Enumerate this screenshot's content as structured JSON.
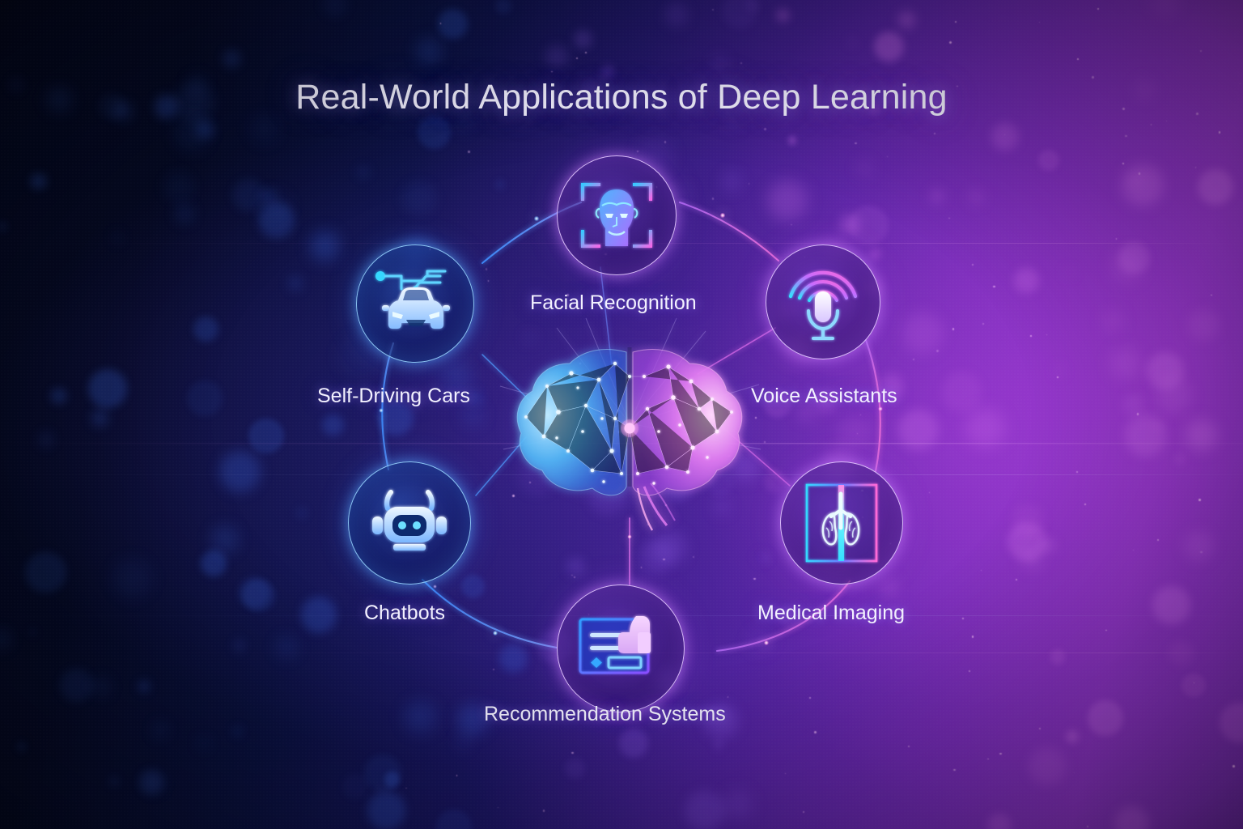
{
  "page": {
    "title": "Real-World Applications of Deep Learning",
    "center_graphic": "neural-network-brain"
  },
  "theme": {
    "background_start": "#04081f",
    "background_mid": "#1a1663",
    "background_end": "#8a35c2",
    "accent_blue": "#5ab4ff",
    "accent_cyan": "#35e6ff",
    "accent_magenta": "#e56ef0",
    "accent_violet": "#b06bff",
    "text_color": "#f3f1ff"
  },
  "diagram": {
    "center": {
      "label": "",
      "icon": "brain-neural-network-icon"
    },
    "nodes": [
      {
        "id": "facial-recognition",
        "label": "Facial Recognition",
        "icon": "face-scan-icon",
        "accent": "violet",
        "position": "top"
      },
      {
        "id": "voice-assistants",
        "label": "Voice Assistants",
        "icon": "microphone-icon",
        "accent": "violet",
        "position": "top-right"
      },
      {
        "id": "medical-imaging",
        "label": "Medical Imaging",
        "icon": "lungs-xray-icon",
        "accent": "violet",
        "position": "bottom-right"
      },
      {
        "id": "recommendation-systems",
        "label": "Recommendation Systems",
        "icon": "thumbs-up-card-icon",
        "accent": "violet",
        "position": "bottom"
      },
      {
        "id": "chatbots",
        "label": "Chatbots",
        "icon": "robot-head-icon",
        "accent": "blue",
        "position": "bottom-left"
      },
      {
        "id": "self-driving-cars",
        "label": "Self-Driving Cars",
        "icon": "autonomous-car-icon",
        "accent": "blue",
        "position": "top-left"
      }
    ]
  }
}
